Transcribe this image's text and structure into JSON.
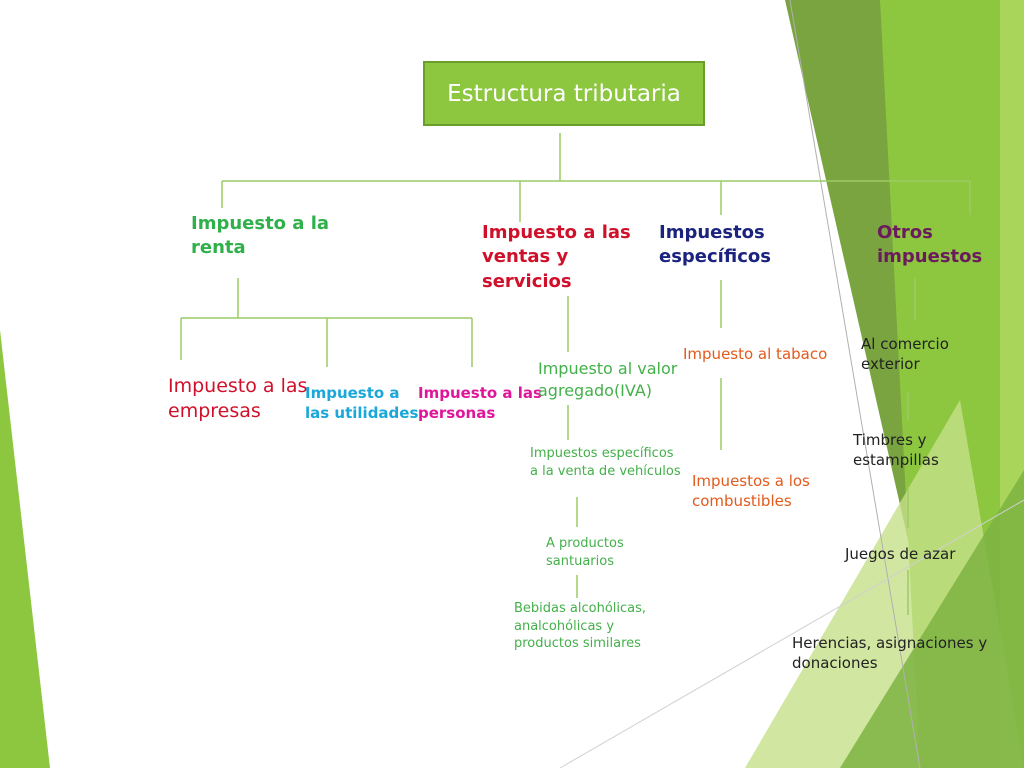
{
  "colors": {
    "accent_green": "#8dc63f",
    "connector": "#9ccc65",
    "renta": "#2fb04a",
    "ventas": "#d0102a",
    "especificos": "#1a237e",
    "otros": "#6b1a5e"
  },
  "root": {
    "title": "Estructura tributaria"
  },
  "branches": {
    "renta": {
      "title": "Impuesto a la renta",
      "children": {
        "empresas": "Impuesto a las empresas",
        "utilidades": "Impuesto a las utilidades",
        "personas": "Impuesto a las personas"
      }
    },
    "ventas": {
      "title": "Impuesto a las ventas y servicios",
      "children": {
        "iva": "Impuesto al valor agregado(IVA)",
        "vehiculos": "Impuestos específicos a la venta de vehículos",
        "suntuarios": "A productos santuarios",
        "bebidas": "Bebidas alcohólicas, analcohólicas y productos similares"
      }
    },
    "especificos": {
      "title": "Impuestos específicos",
      "children": {
        "tabaco": "Impuesto al tabaco",
        "combustibles": "Impuestos a los combustibles"
      }
    },
    "otros": {
      "title": "Otros impuestos",
      "children": {
        "comercio": "Al comercio exterior",
        "timbres": "Timbres y estampillas",
        "azar": "Juegos de azar",
        "herencias": "Herencias, asignaciones y donaciones"
      }
    }
  }
}
